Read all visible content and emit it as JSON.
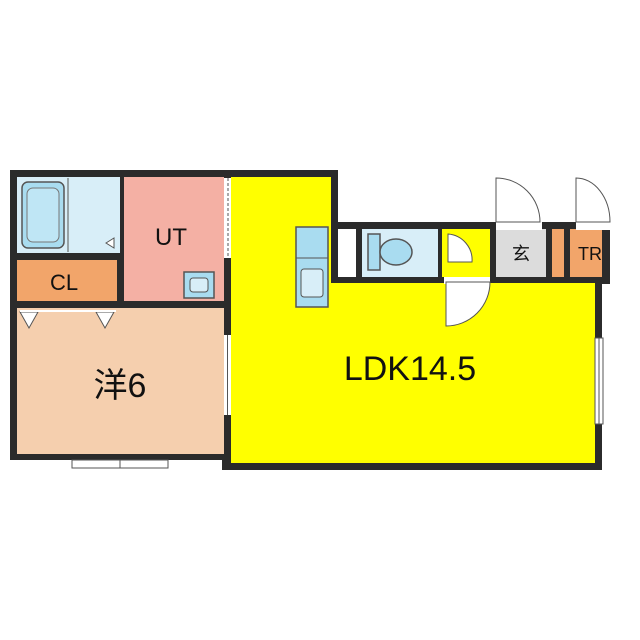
{
  "rooms": {
    "ldk": {
      "label": "LDK14.5",
      "color": "#ffff00"
    },
    "western": {
      "label": "洋6",
      "color": "#f5cfae"
    },
    "ut": {
      "label": "UT",
      "color": "#f4b0a4"
    },
    "cl": {
      "label": "CL",
      "color": "#f2a56a"
    },
    "entrance": {
      "label": "玄",
      "color": "#dcdcdc"
    },
    "tr": {
      "label": "TR",
      "color": "#f2a56a"
    },
    "bath": {
      "color": "#d8eef8"
    },
    "toilet": {
      "color": "#d8eef8"
    },
    "toilet_door_area": {
      "color": "#ffff00"
    }
  },
  "colors": {
    "wall": "#2b2b2b",
    "fixture": "#a9dcf0",
    "fixture_stroke": "#555555"
  }
}
